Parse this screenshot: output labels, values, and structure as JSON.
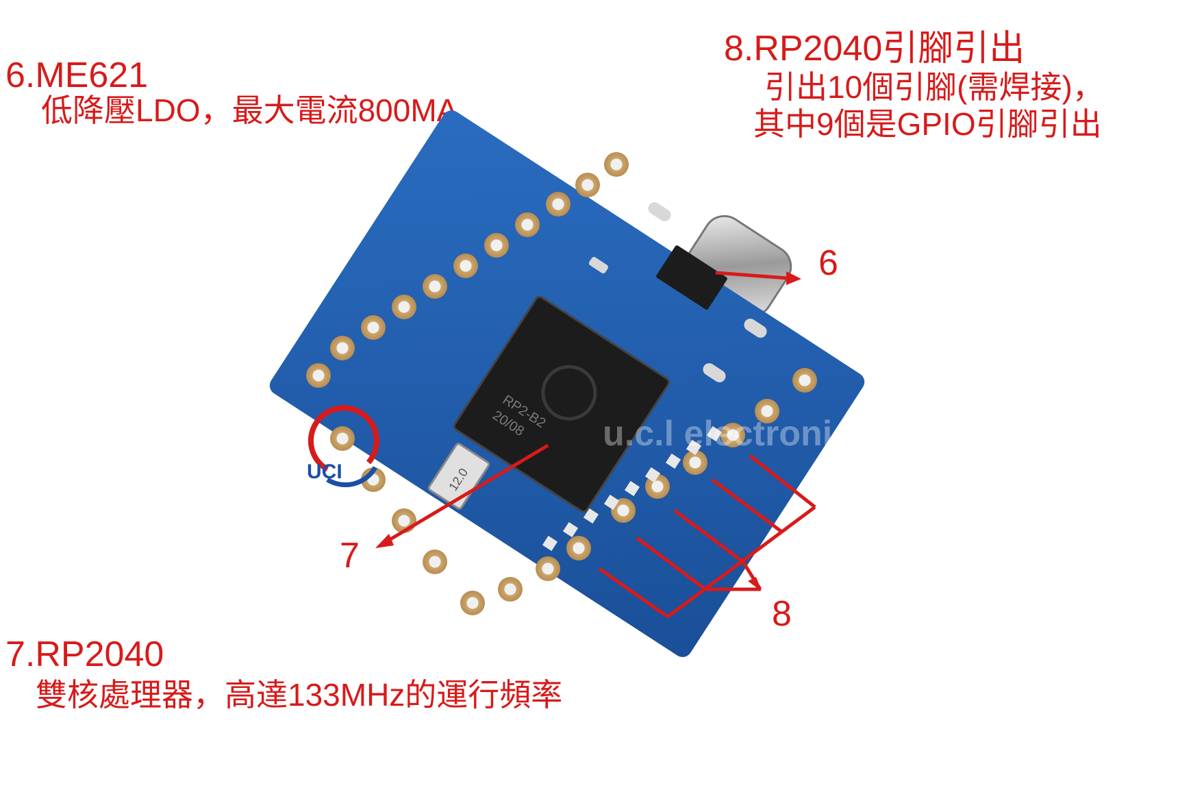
{
  "annotations": {
    "ldo": {
      "title": "6.ME621",
      "desc": "低降壓LDO，最大電流800MA"
    },
    "pins": {
      "title": "8.RP2040引腳引出",
      "desc_line1": "引出10個引腳(需焊接)，",
      "desc_line2": "其中9個是GPIO引腳引出"
    },
    "mcu": {
      "title": "7.RP2040",
      "desc": "雙核處理器，高達133MHz的運行頻率"
    }
  },
  "markers": {
    "six": "6",
    "seven": "7",
    "eight": "8"
  },
  "board": {
    "chip_marking_1": "RP2-B2",
    "chip_marking_2": "20/08",
    "crystal_marking": "12.0",
    "watermark": "u.c.l electronic",
    "logo_text": "UCI"
  },
  "colors": {
    "annotation": "#d81a1a",
    "pcb": "#1f5fb0",
    "pad": "#c9a56a",
    "chip": "#1c1c1c"
  }
}
